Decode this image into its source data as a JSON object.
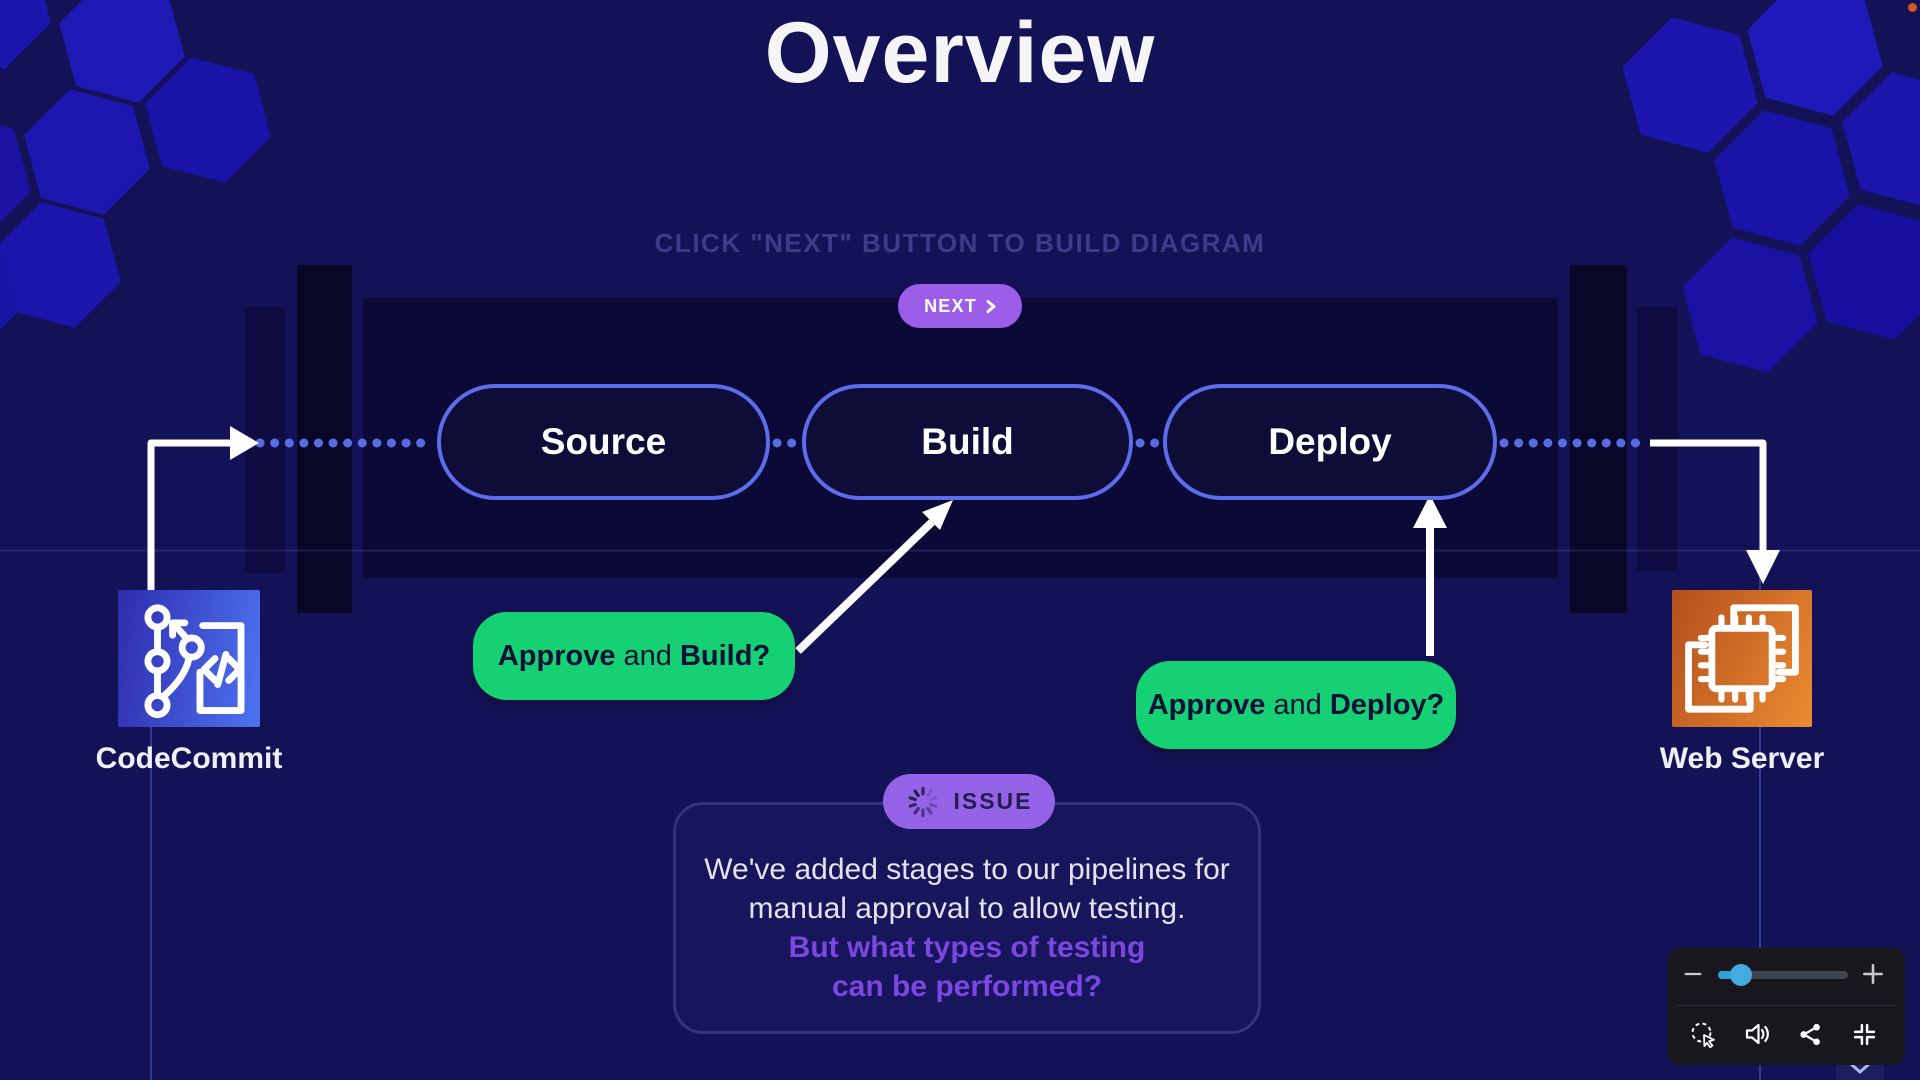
{
  "slide": {
    "title": "Overview",
    "hint": "CLICK \"NEXT\" BUTTON TO BUILD DIAGRAM"
  },
  "next_button": {
    "label": "NEXT"
  },
  "pipeline": {
    "stages": [
      "Source",
      "Build",
      "Deploy"
    ]
  },
  "endpoints": {
    "source_label": "CodeCommit",
    "target_label": "Web Server"
  },
  "callouts": {
    "approve_build": {
      "bold_start": "Approve",
      "mid": " and ",
      "bold_end": "Build?"
    },
    "approve_deploy": {
      "bold_start": "Approve",
      "mid": " and ",
      "bold_end": "Deploy?"
    }
  },
  "issue": {
    "badge_label": "ISSUE",
    "line1": "We've added stages to our pipelines for",
    "line2": "manual approval to allow testing.",
    "question_line1": "But what types of testing",
    "question_line2": "can be performed?"
  },
  "player": {
    "zoom_slider_fraction": 0.18,
    "icon_names": [
      "laser-pointer",
      "volume",
      "share",
      "compress"
    ]
  },
  "colors": {
    "background": "#141257",
    "stage_band": "#0b0a36",
    "accent_purple": "#9c5de9",
    "badge_purple": "#9463e8",
    "approve_green": "#16d173",
    "pill_border": "#5d6ceb",
    "question_text": "#7b46e2",
    "dotted_line": "#5a6ce2",
    "slider_blue": "#45aadf",
    "codecommit_gradient": [
      "#2e2cae",
      "#4d74f2"
    ],
    "webserver_gradient": [
      "#b34f1b",
      "#ec8b33"
    ]
  }
}
